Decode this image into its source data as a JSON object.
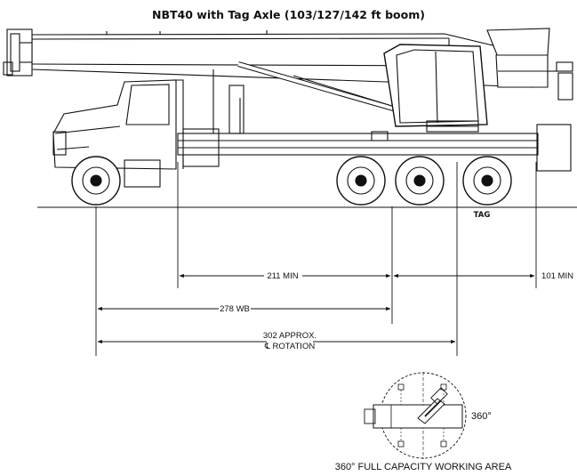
{
  "title": "NBT40 with Tag Axle (103/127/142 ft boom)",
  "axle_label": "TAG",
  "dimensions": {
    "min_211": "211 MIN",
    "min_101": "101 MIN",
    "wheelbase": "278 WB",
    "rotation_line1": "302 APPROX.",
    "rotation_line2": "℄ ROTATION"
  },
  "working_area": {
    "angle": "360°",
    "caption": "360° FULL CAPACITY WORKING AREA"
  },
  "colors": {
    "line": "#111111",
    "background": "#ffffff"
  }
}
